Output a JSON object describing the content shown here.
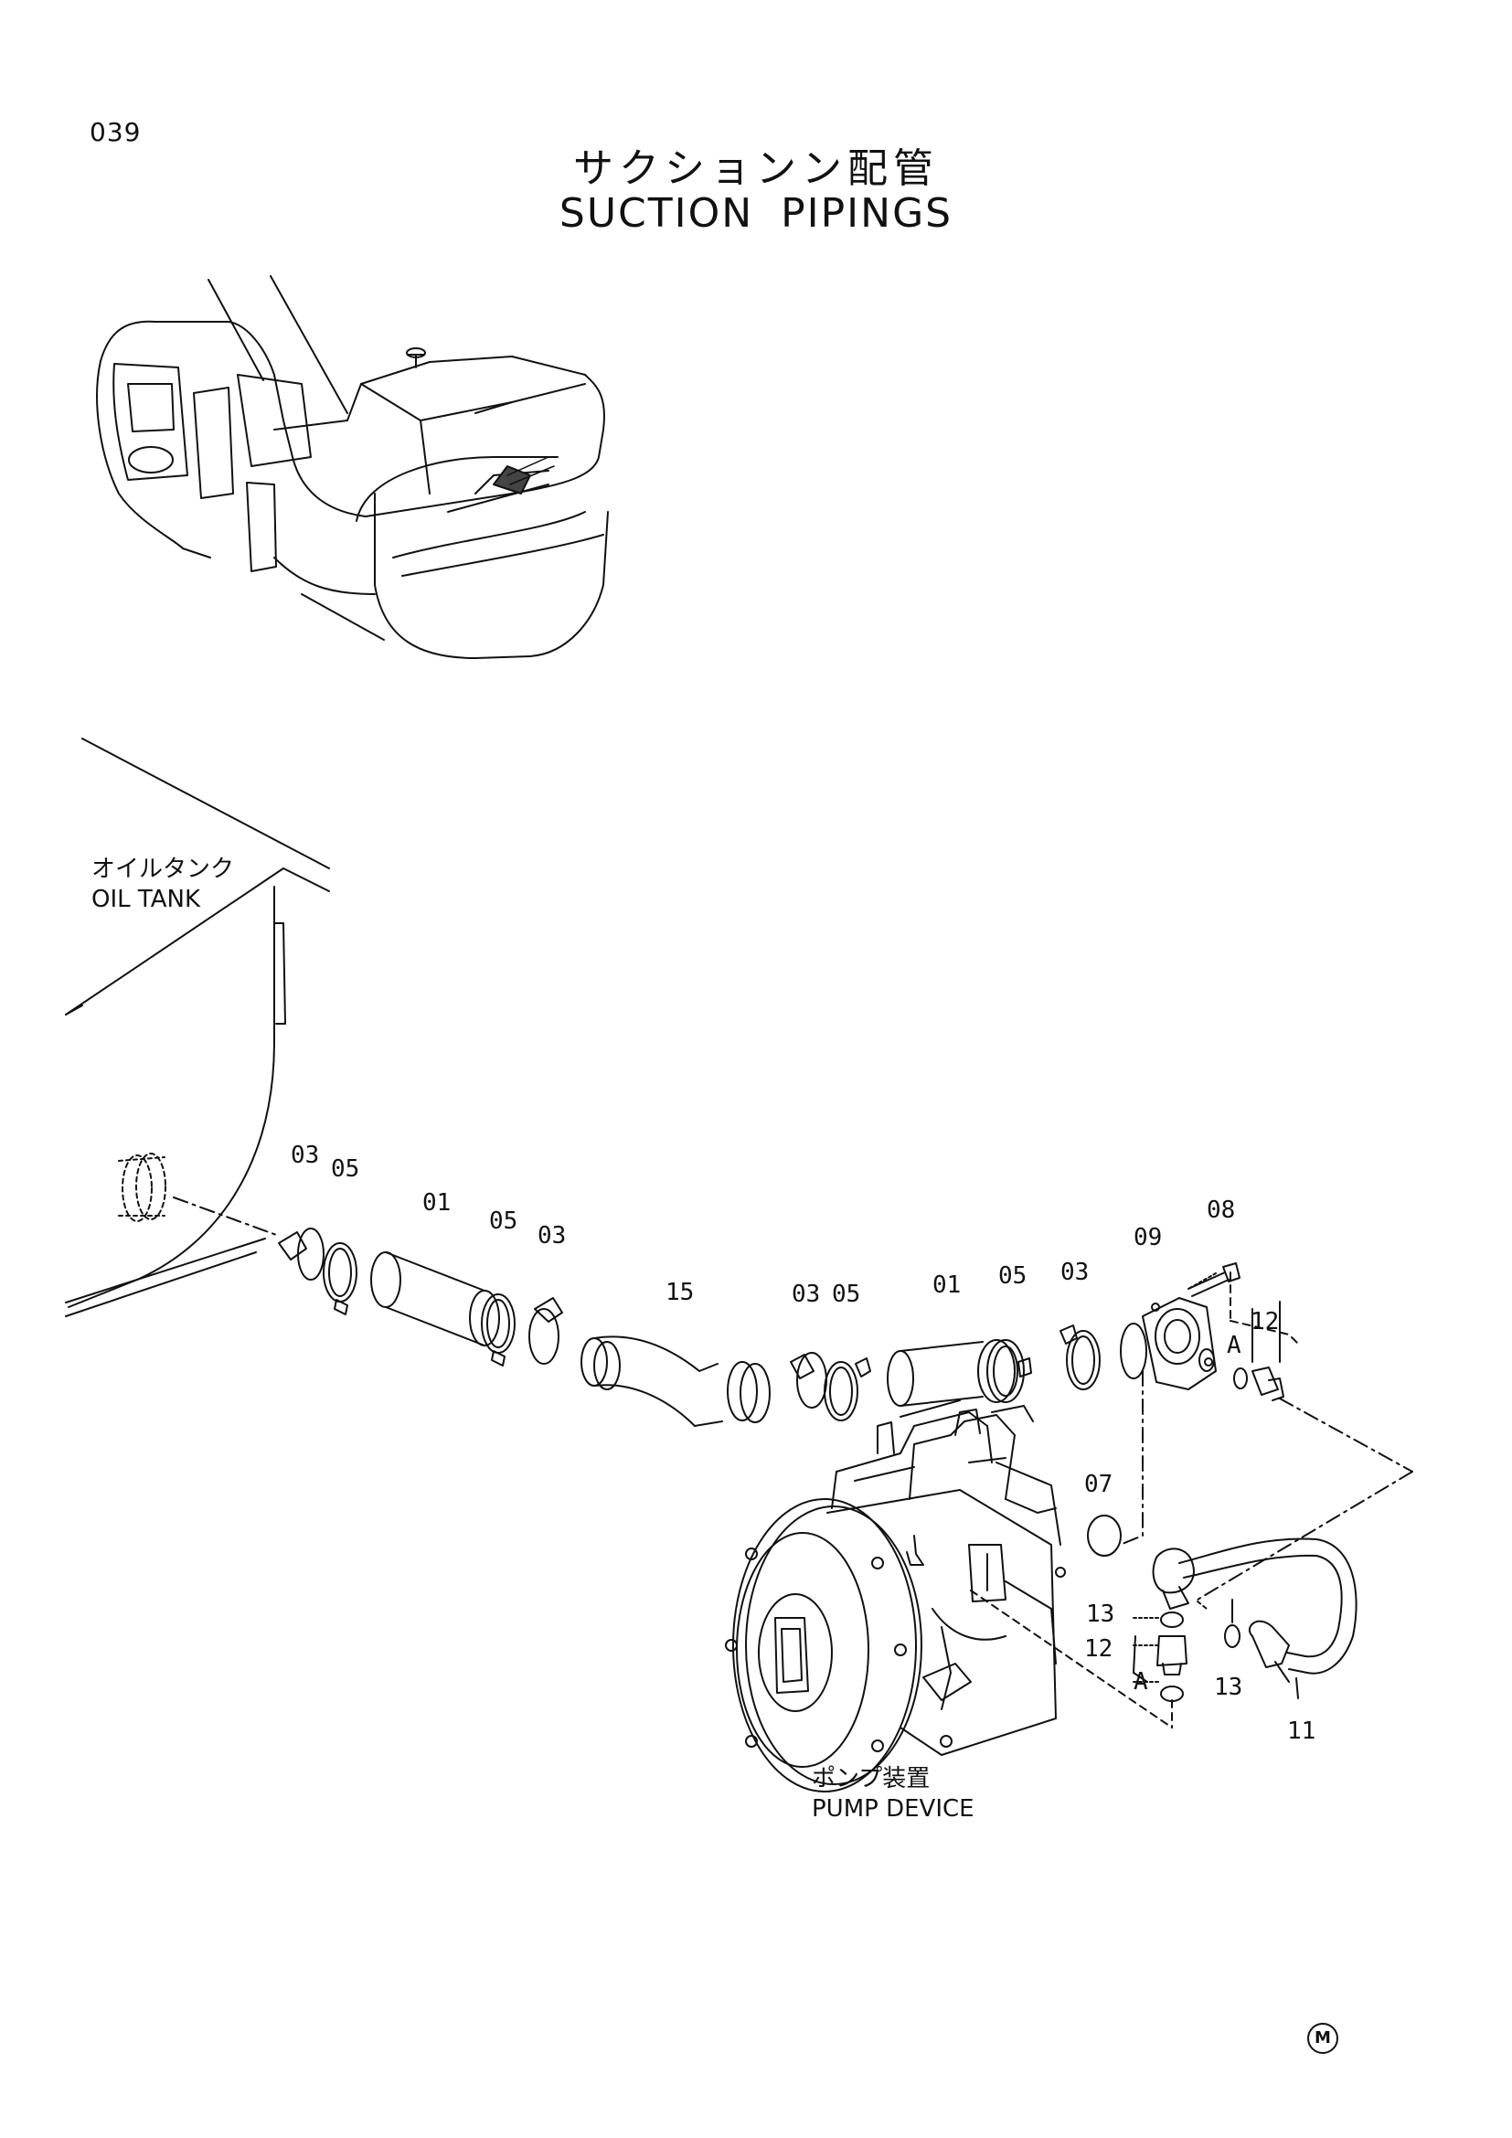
{
  "page": {
    "number": "039",
    "title_jp": "サクションン配管",
    "title_en": "SUCTION PIPINGS",
    "trademark_mark": "M"
  },
  "labels": {
    "oil_tank_jp": "オイルタンク",
    "oil_tank_en": "OIL TANK",
    "pump_device_jp": "ポンプ装置",
    "pump_device_en": "PUMP DEVICE"
  },
  "callouts": [
    "03",
    "05",
    "01",
    "05",
    "03",
    "15",
    "03",
    "05",
    "01",
    "05",
    "03",
    "09",
    "08",
    "12",
    "A",
    "07",
    "13",
    "12",
    "A",
    "13",
    "11"
  ]
}
